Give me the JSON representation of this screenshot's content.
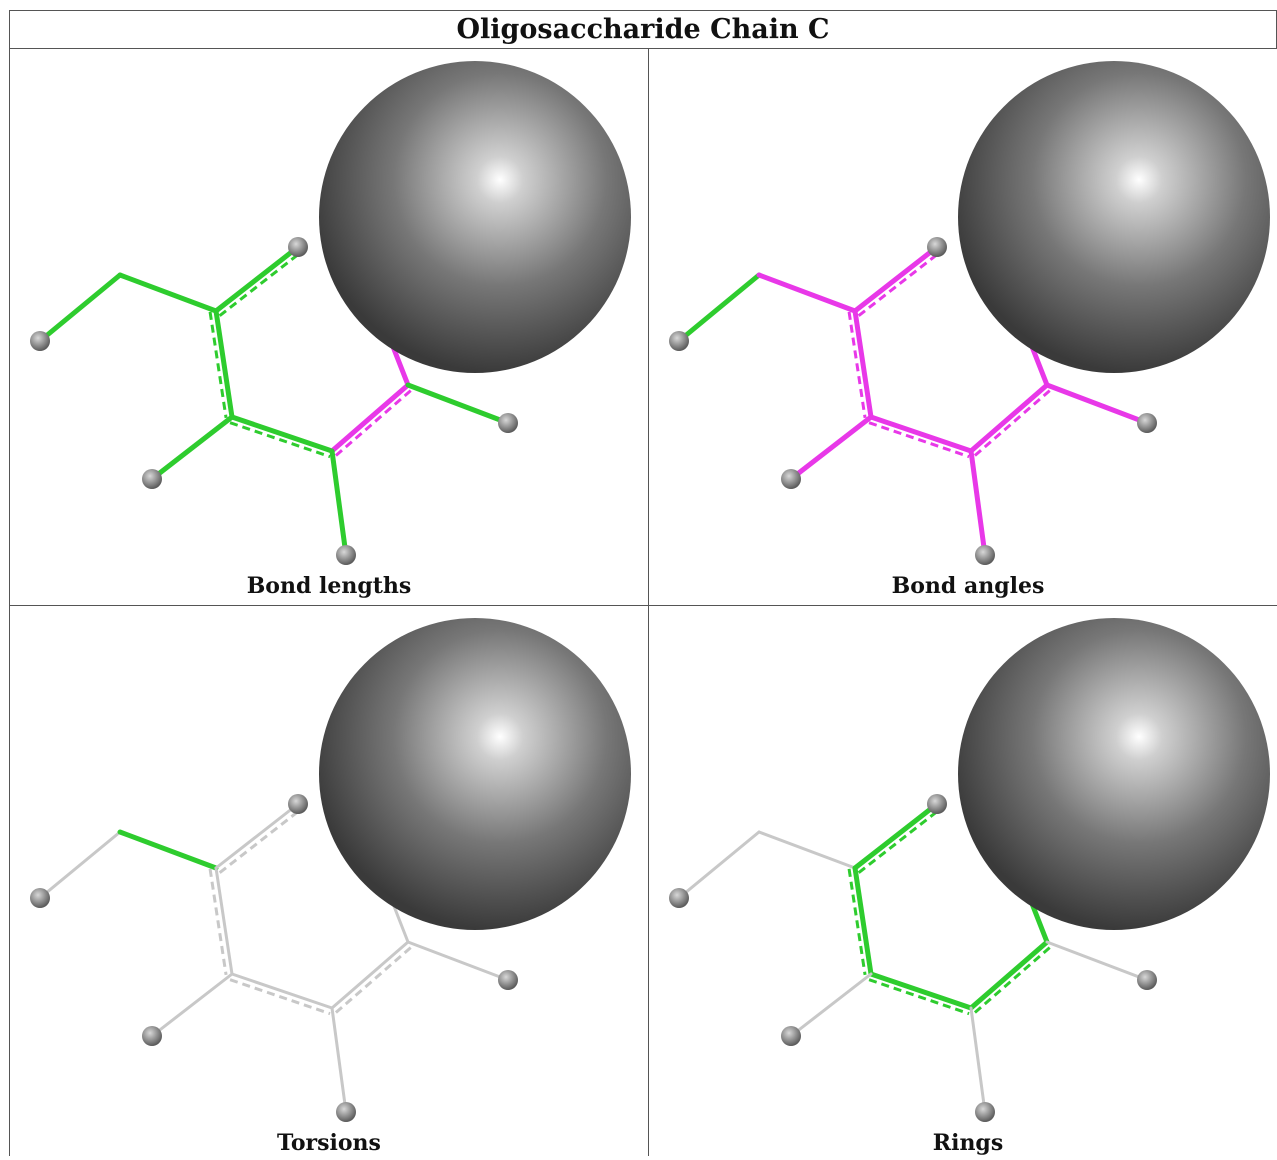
{
  "title": "Oligosaccharide Chain C",
  "panels": [
    {
      "caption": "Bond lengths",
      "mode": "lengths"
    },
    {
      "caption": "Bond angles",
      "mode": "angles"
    },
    {
      "caption": "Torsions",
      "mode": "torsions"
    },
    {
      "caption": "Rings",
      "mode": "rings"
    }
  ],
  "colors": {
    "green": "#2ecc2e",
    "magenta": "#e838e8",
    "grey": "#c8c8c8",
    "atom": "#777777",
    "sphere": "#5a5a5a"
  }
}
